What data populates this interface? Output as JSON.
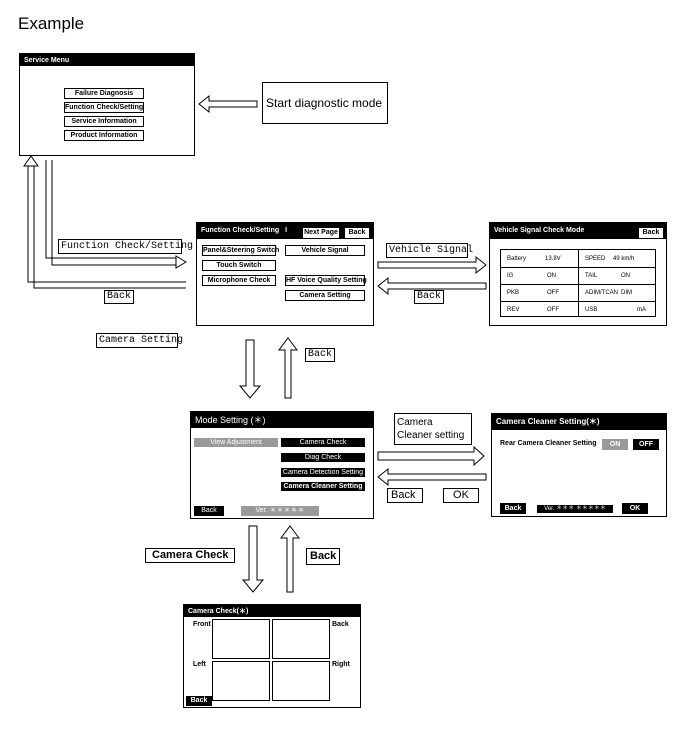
{
  "title": "Example",
  "service_menu": {
    "header": "Service Menu",
    "items": [
      "Failure Diagnosis",
      "Function Check/Setting",
      "Service Information",
      "Product Information"
    ]
  },
  "labels": {
    "start_diag": "Start diagnostic mode",
    "function_check": "Function Check/Setting",
    "back1": "Back",
    "vehicle_signal": "Vehicle Signal",
    "back2": "Back",
    "camera_setting": "Camera Setting",
    "back3": "Back",
    "camera_cleaner_l1": "Camera",
    "camera_cleaner_l2": "Cleaner setting",
    "back4": "Back",
    "ok": "OK",
    "camera_check": "Camera Check",
    "back5": "Back"
  },
  "function_check": {
    "header": "Function Check/Setting",
    "page": "I",
    "next_page": "Next Page",
    "back": "Back",
    "left": [
      "Panel&Steering Switch",
      "Touch Switch",
      "Microphone Check"
    ],
    "right": [
      "Vehicle Signal",
      "HF Voice Quality Setting",
      "Camera Setting"
    ]
  },
  "vehicle_signal": {
    "header": "Vehicle Signal Check Mode",
    "back": "Back",
    "rows": [
      {
        "k1": "Battery",
        "v1": "13.8V",
        "k2": "SPEED",
        "v2": "49  km/h"
      },
      {
        "k1": "IG",
        "v1": "ON",
        "k2": "TAIL",
        "v2": "ON"
      },
      {
        "k1": "PKB",
        "v1": "OFF",
        "k2": "ADIM/TCAN",
        "v2": "DIM"
      },
      {
        "k1": "REV",
        "v1": "OFF",
        "k2": "USB",
        "v2": "mA"
      }
    ]
  },
  "mode_setting": {
    "header": "Mode Setting (＊)",
    "view_adjustment": "View Adjustment",
    "items": [
      "Camera Check",
      "Diag Check",
      "Camera Detection Setting",
      "Camera Cleaner Setting"
    ],
    "back": "Back",
    "version": "Ver. ＊＊＊＊＊"
  },
  "cleaner": {
    "header": "Camera Cleaner Setting(＊)",
    "label": "Rear Camera Cleaner Setting",
    "on": "ON",
    "off": "OFF",
    "back": "Back",
    "version": "Ver. ＊＊＊ ＊＊＊＊＊",
    "ok": "OK"
  },
  "camera_check": {
    "header": "Camera Check(＊)",
    "front": "Front",
    "back_label": "Back",
    "left": "Left",
    "right": "Right",
    "back_btn": "Back"
  }
}
